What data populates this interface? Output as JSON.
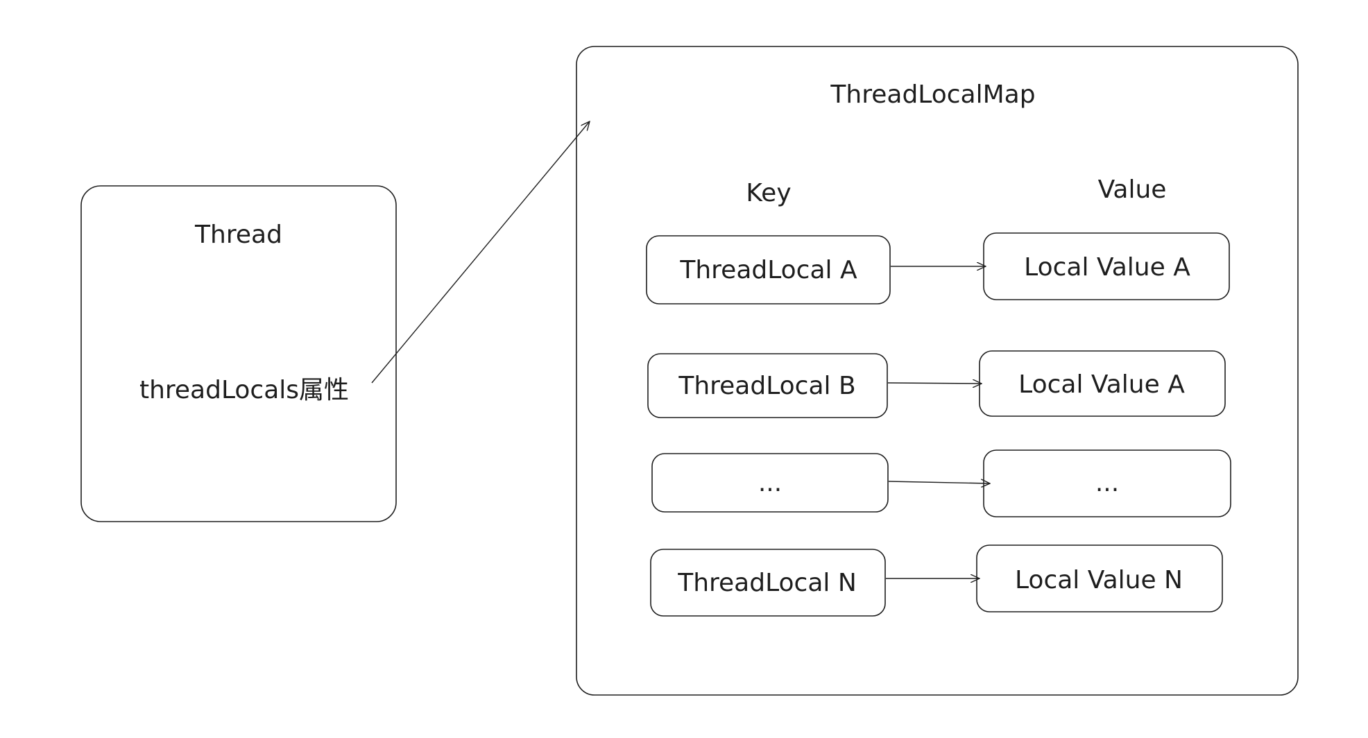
{
  "thread": {
    "title": "Thread",
    "attribute": "threadLocals属性"
  },
  "map": {
    "title": "ThreadLocalMap",
    "key_header": "Key",
    "value_header": "Value",
    "entries": [
      {
        "key": "ThreadLocal A",
        "value": "Local Value A"
      },
      {
        "key": "ThreadLocal B",
        "value": "Local Value A"
      },
      {
        "key": "...",
        "value": "..."
      },
      {
        "key": "ThreadLocal N",
        "value": "Local Value N"
      }
    ]
  }
}
